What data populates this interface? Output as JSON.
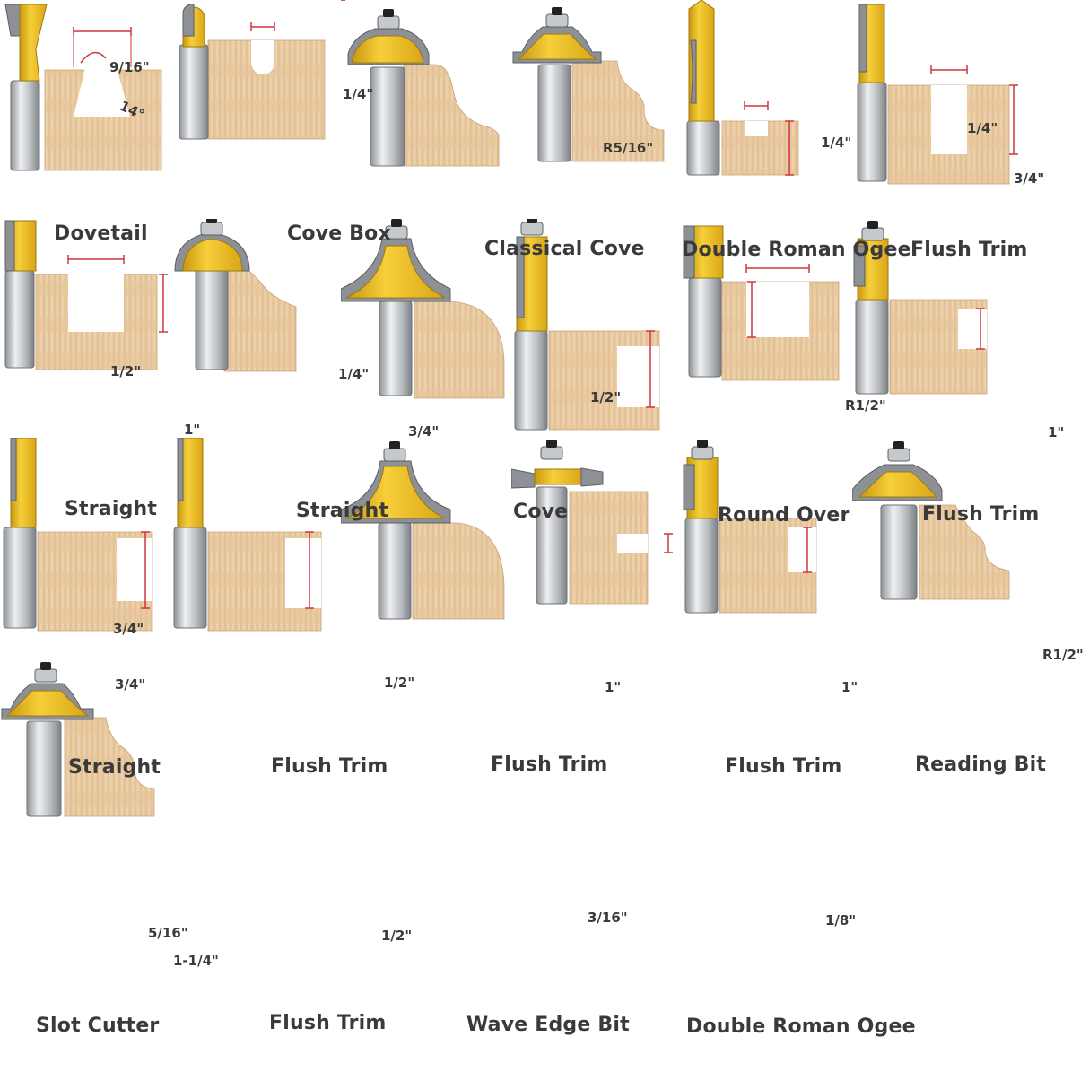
{
  "colors": {
    "shank": "#b9bcbf",
    "carbide": "#e7b51a",
    "steel": "#8d9196",
    "wood": "#e8c9a0",
    "dimension_line": "#d0363f",
    "text": "#3a3a3a"
  },
  "bits": [
    {
      "name": "Dovetail",
      "dims": [
        "9/16\"",
        "14°"
      ]
    },
    {
      "name": "Cove Box",
      "dims": [
        "1/4\""
      ]
    },
    {
      "name": "Classical Cove",
      "dims": [
        "R5/16\""
      ]
    },
    {
      "name": "Double Roman Ogee",
      "dims": [
        "1/4\""
      ]
    },
    {
      "name": "Flush Trim",
      "dims": [
        "1/4\"",
        "3/4\""
      ]
    },
    {
      "name": "Straight",
      "dims": [
        "1/2\"",
        "1\""
      ]
    },
    {
      "name": "Straight",
      "dims": [
        "1/4\"",
        "3/4\""
      ]
    },
    {
      "name": "Cove",
      "dims": [
        "1/2\""
      ]
    },
    {
      "name": "Round Over",
      "dims": [
        "R1/2\""
      ]
    },
    {
      "name": "Flush Trim",
      "dims": [
        "1\""
      ]
    },
    {
      "name": "Straight",
      "dims": [
        "3/4\"",
        "3/4\""
      ]
    },
    {
      "name": "Flush Trim",
      "dims": [
        "1/2\""
      ]
    },
    {
      "name": "Flush Trim",
      "dims": [
        "1\""
      ]
    },
    {
      "name": "Flush Trim",
      "dims": [
        "1\""
      ]
    },
    {
      "name": "Reading Bit",
      "dims": [
        "R1/2\""
      ]
    },
    {
      "name": "Slot Cutter",
      "dims": [
        "5/16\"",
        "1-1/4\""
      ]
    },
    {
      "name": "Flush Trim",
      "dims": [
        "1/2\""
      ]
    },
    {
      "name": "Wave Edge Bit",
      "dims": [
        "3/16\""
      ]
    },
    {
      "name": "Double Roman Ogee",
      "dims": [
        "1/8\""
      ]
    }
  ]
}
